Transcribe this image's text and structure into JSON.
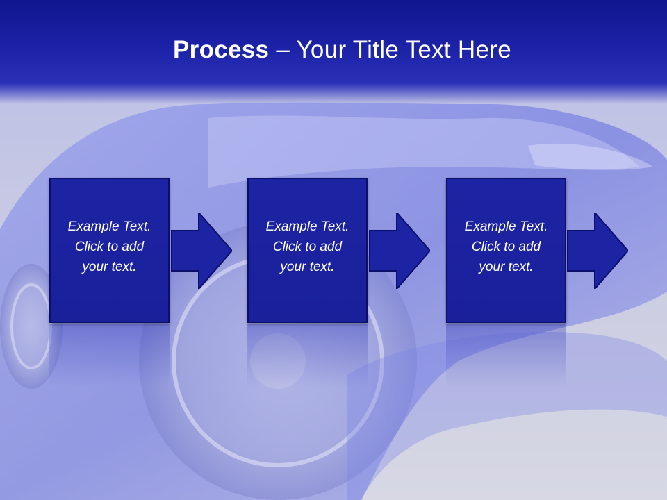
{
  "slide": {
    "title_bold": "Process",
    "title_rest": " – Your Title Text Here"
  },
  "steps": [
    {
      "text": "Example Text.\nClick  to add\nyour text."
    },
    {
      "text": "Example Text.\nClick  to add\nyour text."
    },
    {
      "text": "Example Text.\nClick  to add\nyour text."
    }
  ],
  "colors": {
    "title_band": "#1b22a6",
    "box_fill": "#1d24a4",
    "box_border": "#0b0f6a",
    "arrow_fill": "#1d24a4",
    "text": "#ffffff"
  }
}
